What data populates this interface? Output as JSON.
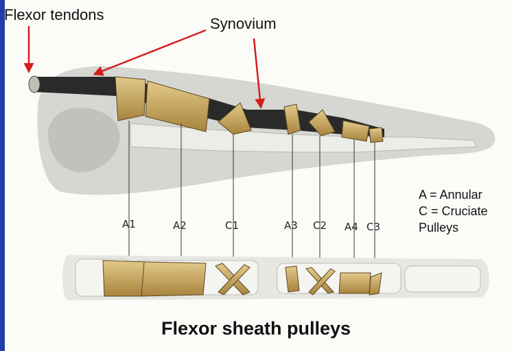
{
  "callouts": {
    "flexor_tendons": "Flexor tendons",
    "synovium": "Synovium"
  },
  "pulleys": [
    "A1",
    "A2",
    "C1",
    "A3",
    "C2",
    "A4",
    "C3"
  ],
  "legend": {
    "line1": "A = Annular",
    "line2": "C = Cruciate",
    "line3": "Pulleys"
  },
  "title": "Flexor sheath pulleys",
  "colors": {
    "slide_border": "#1f3ea8",
    "pulley_gold": "#c8a75a",
    "tendon": "#2a2a2a",
    "arrow": "#d41e1e"
  }
}
